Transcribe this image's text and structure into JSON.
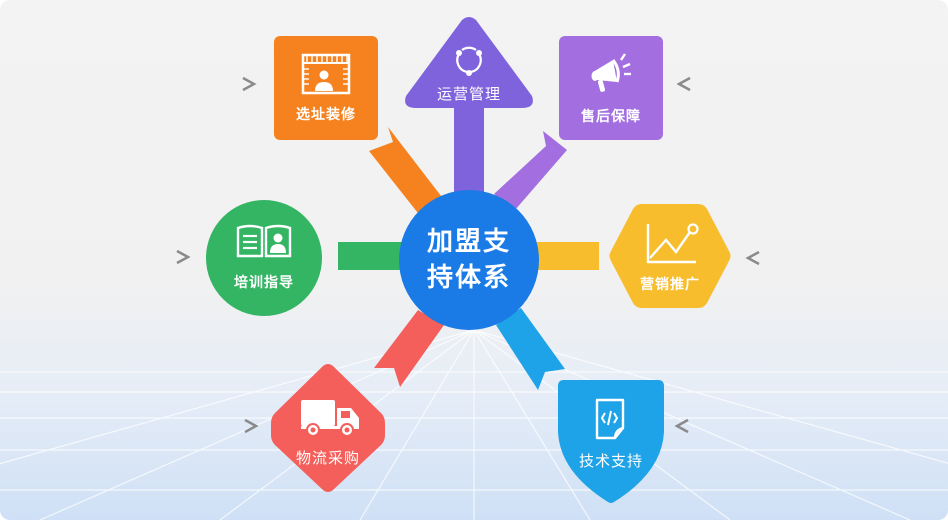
{
  "center": {
    "line1": "加盟支",
    "line2": "持体系",
    "color": "#1a7ae6"
  },
  "nodes": {
    "site": {
      "label": "选址装修",
      "shape": "rounded-square",
      "icon": "storefront-person-icon",
      "color": "#f5821f"
    },
    "operations": {
      "label": "运营管理",
      "shape": "triangle-arrow",
      "icon": "cycle-nodes-icon",
      "color": "#7e63dc"
    },
    "aftersales": {
      "label": "售后保障",
      "shape": "rounded-square",
      "icon": "megaphone-icon",
      "color": "#a26ee0"
    },
    "training": {
      "label": "培训指导",
      "shape": "circle",
      "icon": "open-book-icon",
      "color": "#33b563"
    },
    "marketing": {
      "label": "营销推广",
      "shape": "hexagon",
      "icon": "line-chart-icon",
      "color": "#f7bd2d"
    },
    "logistics": {
      "label": "物流采购",
      "shape": "hexagon",
      "icon": "truck-icon",
      "color": "#f45f5b"
    },
    "tech": {
      "label": "技术支持",
      "shape": "shield",
      "icon": "code-file-icon",
      "color": "#1fa3e8"
    }
  },
  "arrows": {
    "color": "#8a8a8a"
  }
}
